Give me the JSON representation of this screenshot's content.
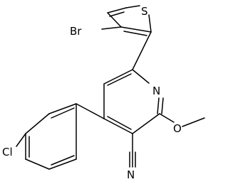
{
  "molecule": {
    "atoms": {
      "bromine": "Br",
      "sulfur": "S",
      "nitrogen_ring": "N",
      "oxygen": "O",
      "chlorine": "Cl",
      "nitrogen_nitrile": "N"
    }
  }
}
